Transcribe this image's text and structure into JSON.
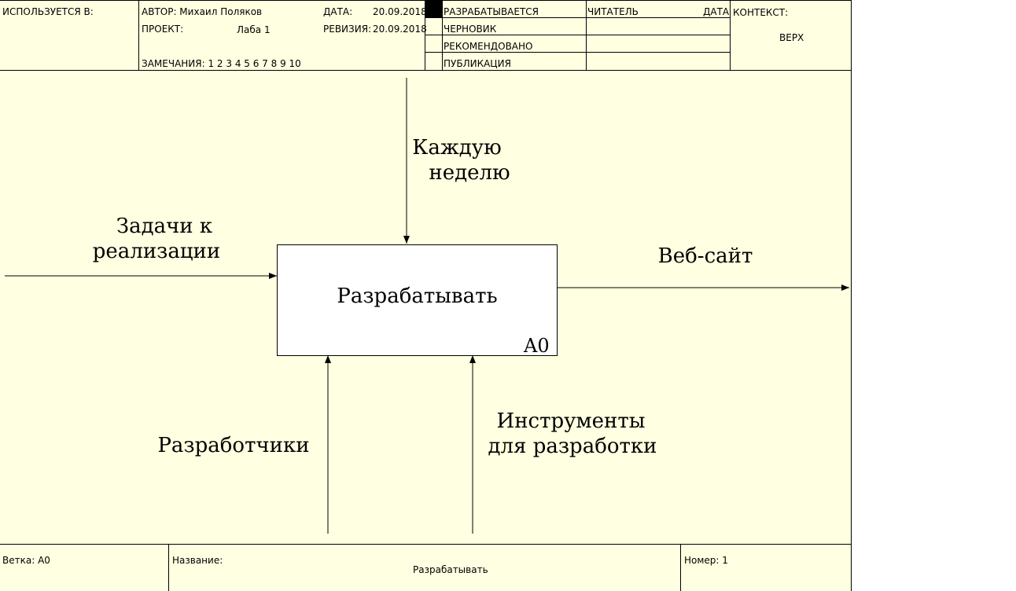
{
  "header": {
    "used_in_label": "ИСПОЛЬЗУЕТСЯ В:",
    "author": "АВТОР: Михаил Поляков",
    "project_label": "ПРОЕКТ:",
    "project_value": "Лаба 1",
    "notes": "ЗАМЕЧАНИЯ: 1 2 3 4 5 6 7 8 9 10",
    "date_label": "ДАТА:",
    "date_value": "20.09.2018",
    "revision_label": "РЕВИЗИЯ:",
    "revision_value": "20.09.2018",
    "status_items": [
      "РАЗРАБАТЫВАЕТСЯ",
      "ЧЕРНОВИК",
      "РЕКОМЕНДОВАНО",
      "ПУБЛИКАЦИЯ"
    ],
    "reader_label": "ЧИТАТЕЛЬ",
    "reader_date_label": "ДАТА",
    "context_label": "КОНТЕКСТ:",
    "context_value": "ВЕРХ"
  },
  "diagram": {
    "activity_name": "Разрабатывать",
    "activity_id": "A0",
    "input_label": [
      "Задачи к",
      "реализации"
    ],
    "control_label": [
      "Каждую",
      "неделю"
    ],
    "output_label": "Веб-сайт",
    "mechanism1_label": "Разработчики",
    "mechanism2_label": [
      "Инструменты",
      "для разработки"
    ]
  },
  "footer": {
    "branch": "Ветка: A0",
    "title_label": "Название:",
    "title_value": "Разрабатывать",
    "number": "Номер: 1"
  }
}
